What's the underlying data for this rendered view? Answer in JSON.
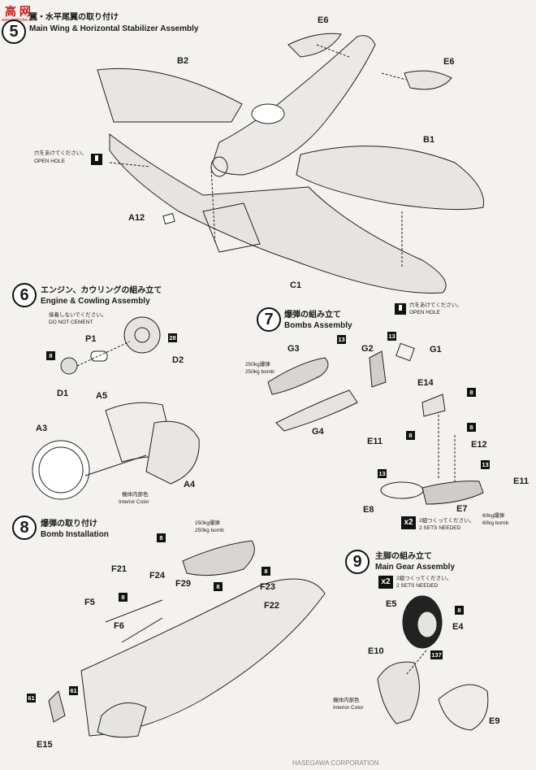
{
  "watermark": {
    "text": "高 网",
    "sub": "www.hobbyfan.com"
  },
  "step5": {
    "title_jp": "翼・水平尾翼の取り付け",
    "title_en": "Main Wing & Horizontal Stabilizer Assembly",
    "note_jp": "穴をあけてください。",
    "note_en": "OPEN HOLE",
    "note2_jp": "穴をあけてください。",
    "note2_en": "OPEN HOLE"
  },
  "step6": {
    "number": "6",
    "title_jp": "エンジン、カウリングの組み立て",
    "title_en": "Engine & Cowling Assembly",
    "note_jp": "接着しないでください。",
    "note_en": "DO NOT CEMENT",
    "color_jp": "機体内部色",
    "color_en": "Interior Color"
  },
  "step7": {
    "number": "7",
    "title_jp": "爆弾の組み立て",
    "title_en": "Bombs Assembly",
    "bomb_jp": "250kg爆弾",
    "bomb_en": "250kg bomb",
    "bomb2_jp": "60kg爆弾",
    "bomb2_en": "60kg bomb",
    "sets_jp": "2組つくってください。",
    "sets_en": "2 SETS NEEDED",
    "mult": "x2"
  },
  "step8": {
    "number": "8",
    "title_jp": "爆弾の取り付け",
    "title_en": "Bomb Installation",
    "bomb_jp": "250kg爆弾",
    "bomb_en": "250kg bomb"
  },
  "step9": {
    "number": "9",
    "title_jp": "主脚の組み立て",
    "title_en": "Main Gear Assembly",
    "sets_jp": "2組つくってください。",
    "sets_en": "2 SETS NEEDED",
    "mult": "x2",
    "color_jp": "機体内部色",
    "color_en": "Interior Color"
  },
  "parts": {
    "E6a": "E6",
    "E6b": "E6",
    "B2": "B2",
    "B1": "B1",
    "A12": "A12",
    "C1": "C1",
    "P1": "P1",
    "D1": "D1",
    "D2": "D2",
    "A5": "A5",
    "A3": "A3",
    "A4": "A4",
    "G3": "G3",
    "G2": "G2",
    "G1": "G1",
    "G4": "G4",
    "E14": "E14",
    "E11a": "E11",
    "E12": "E12",
    "E11b": "E11",
    "E8": "E8",
    "E7": "E7",
    "F21": "F21",
    "F24": "F24",
    "F5": "F5",
    "F6": "F6",
    "F29": "F29",
    "F23": "F23",
    "F22": "F22",
    "E15": "E15",
    "E5": "E5",
    "E4": "E4",
    "E10": "E10",
    "E9": "E9"
  },
  "colors": {
    "n8": "8",
    "n28": "28",
    "n13": "13",
    "n61": "61",
    "n137": "137"
  },
  "footer": "HASEGAWA CORPORATION"
}
